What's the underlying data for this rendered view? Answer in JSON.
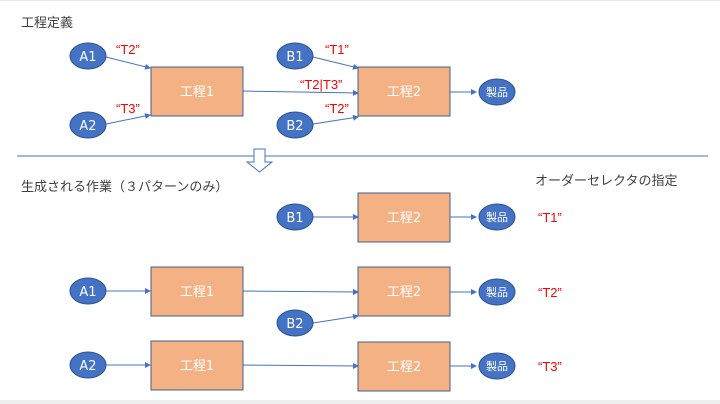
{
  "headings": {
    "definition": "工程定義",
    "generated": "生成される作業（３パターンのみ）",
    "selector": "オーダーセレクタの指定"
  },
  "colors": {
    "node_fill": "#4472c4",
    "node_stroke": "#2f528f",
    "process_fill": "#f4b183",
    "process_stroke": "#41608f",
    "edge": "#4472c4",
    "selector_text": "#ff0000"
  },
  "definition": {
    "inputs_a": [
      "A1",
      "A2"
    ],
    "inputs_b": [
      "B1",
      "B2"
    ],
    "process1": "工程1",
    "process2": "工程2",
    "product": "製品",
    "edge_labels": {
      "a1_to_p1": "“T2”",
      "a2_to_p1": "“T3”",
      "b1_to_p2": "“T1”",
      "p1_to_p2": "“T2|T3”",
      "b2_to_p2": "“T2”"
    }
  },
  "patterns": [
    {
      "inputs": [
        "B1"
      ],
      "process2": "工程2",
      "product": "製品",
      "selector": "“T1”"
    },
    {
      "inputs": [
        "A1",
        "B2"
      ],
      "process1": "工程1",
      "process2": "工程2",
      "product": "製品",
      "selector": "“T2”"
    },
    {
      "inputs": [
        "A2"
      ],
      "process1": "工程1",
      "process2": "工程2",
      "product": "製品",
      "selector": "“T3”"
    }
  ]
}
